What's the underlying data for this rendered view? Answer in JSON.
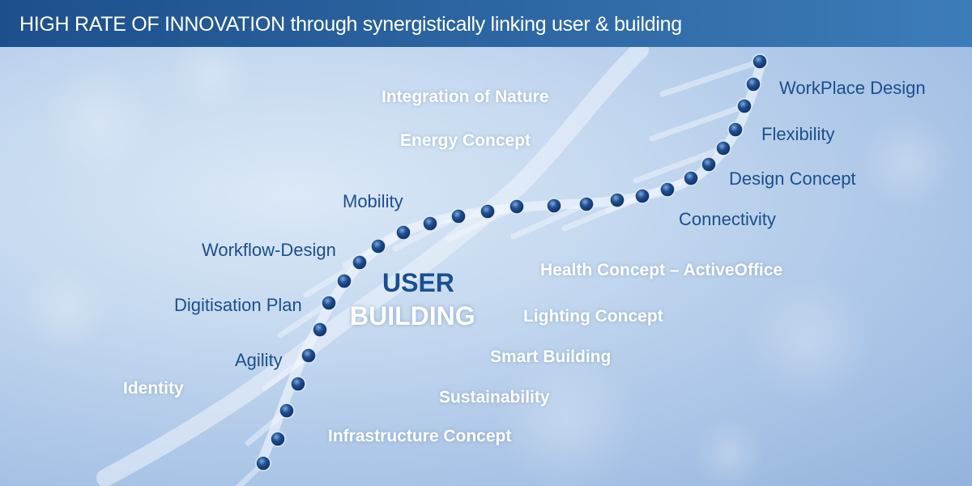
{
  "header": {
    "title": "HIGH RATE OF INNOVATION through synergistically linking user & building"
  },
  "center": {
    "user": "USER",
    "building": "BUILDING"
  },
  "user_topics": {
    "workplace_design": "WorkPlace Design",
    "flexibility": "Flexibility",
    "design_concept": "Design Concept",
    "connectivity": "Connectivity",
    "mobility": "Mobility",
    "workflow_design": "Workflow-Design",
    "digitisation_plan": "Digitisation Plan",
    "agility": "Agility"
  },
  "building_topics": {
    "integration_of_nature": "Integration of Nature",
    "energy_concept": "Energy Concept",
    "health_concept": "Health Concept – ActiveOffice",
    "lighting_concept": "Lighting Concept",
    "smart_building": "Smart Building",
    "sustainability": "Sustainability",
    "infrastructure_concept": "Infrastructure Concept",
    "identity": "Identity"
  },
  "colors": {
    "header_bg": "#1d4f8c",
    "user_text": "#1a4f8e",
    "building_text": "#ffffff",
    "node": "#1e4f92"
  }
}
